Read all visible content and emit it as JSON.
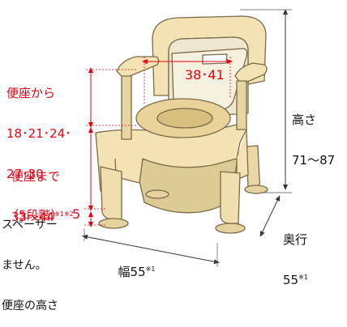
{
  "seat_adjust": {
    "line1": "便座から",
    "line2": "18･21･24･",
    "line3": "27･30",
    "line4": "（5段階）"
  },
  "seat_height": {
    "line1": "便座まで",
    "value": "33〜44",
    "note": "※1※2"
  },
  "seat_opening": "38･41",
  "spacer": {
    "line1": "スペーサー",
    "line2": "ません。",
    "line3": "便座の高さ"
  },
  "spacer_value": "5",
  "total_height": {
    "label": "高さ",
    "value": "71〜87"
  },
  "depth": {
    "label": "奥行",
    "value": "55",
    "note": "※1"
  },
  "width": {
    "label": "幅55",
    "note": "※1"
  },
  "colors": {
    "red": "#e60012",
    "chair_body": "#f3e3b4",
    "chair_outline": "#7a6a48",
    "seat": "#ead39a"
  }
}
